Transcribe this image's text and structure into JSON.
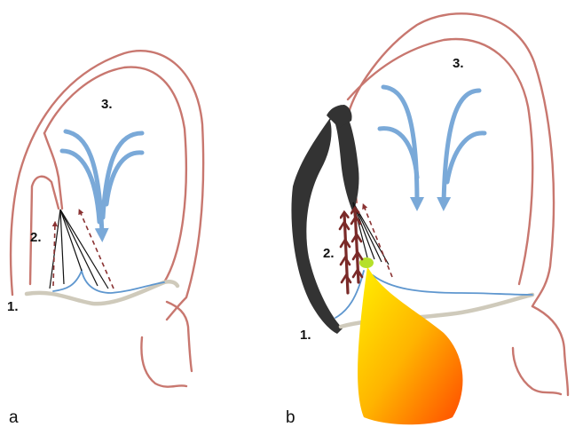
{
  "panels": [
    {
      "id": "a",
      "panel_label": "a",
      "labels": {
        "annulus": "1.",
        "leaflet": "2.",
        "ventricle": "3."
      }
    },
    {
      "id": "b",
      "panel_label": "b",
      "labels": {
        "annulus": "1.",
        "leaflet": "2.",
        "ventricle": "3."
      }
    }
  ],
  "colors": {
    "wall": "#c8776f",
    "annulus_ring": "#cfcabb",
    "flow_arrows": "#7aa9d8",
    "tethering_arrows": "#8a3232",
    "scar_band": "#333333",
    "jet_gradient": [
      "#fff100",
      "#ffb400",
      "#ff4a00"
    ]
  }
}
